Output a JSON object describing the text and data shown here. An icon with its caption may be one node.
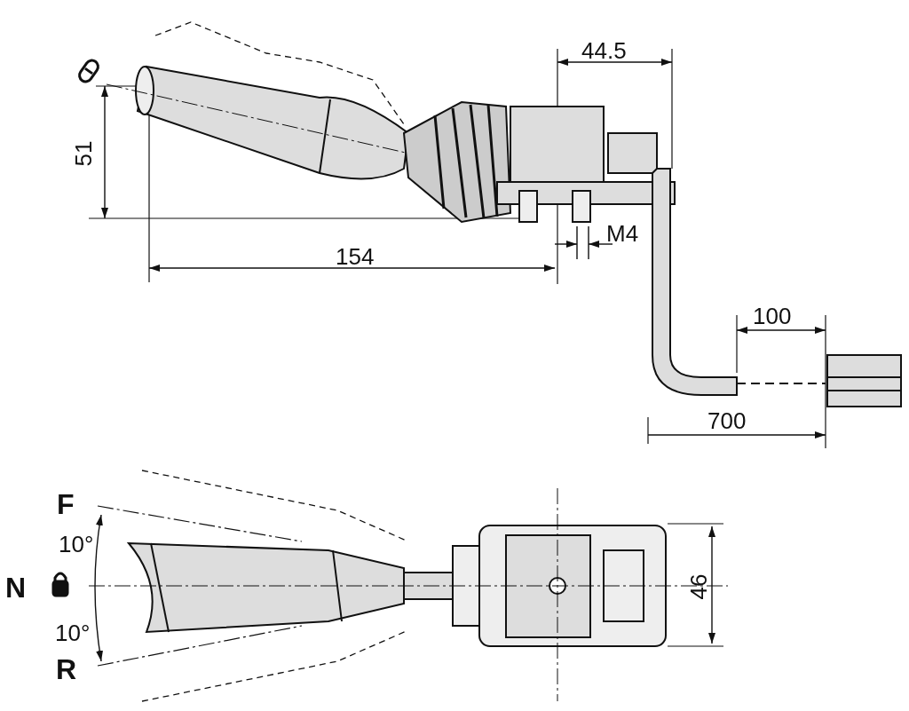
{
  "diagram": {
    "labels": [
      "44.5",
      "51",
      "154",
      "M4",
      "100",
      "700",
      "F",
      "10°",
      "N",
      "10°",
      "R",
      "46"
    ]
  }
}
